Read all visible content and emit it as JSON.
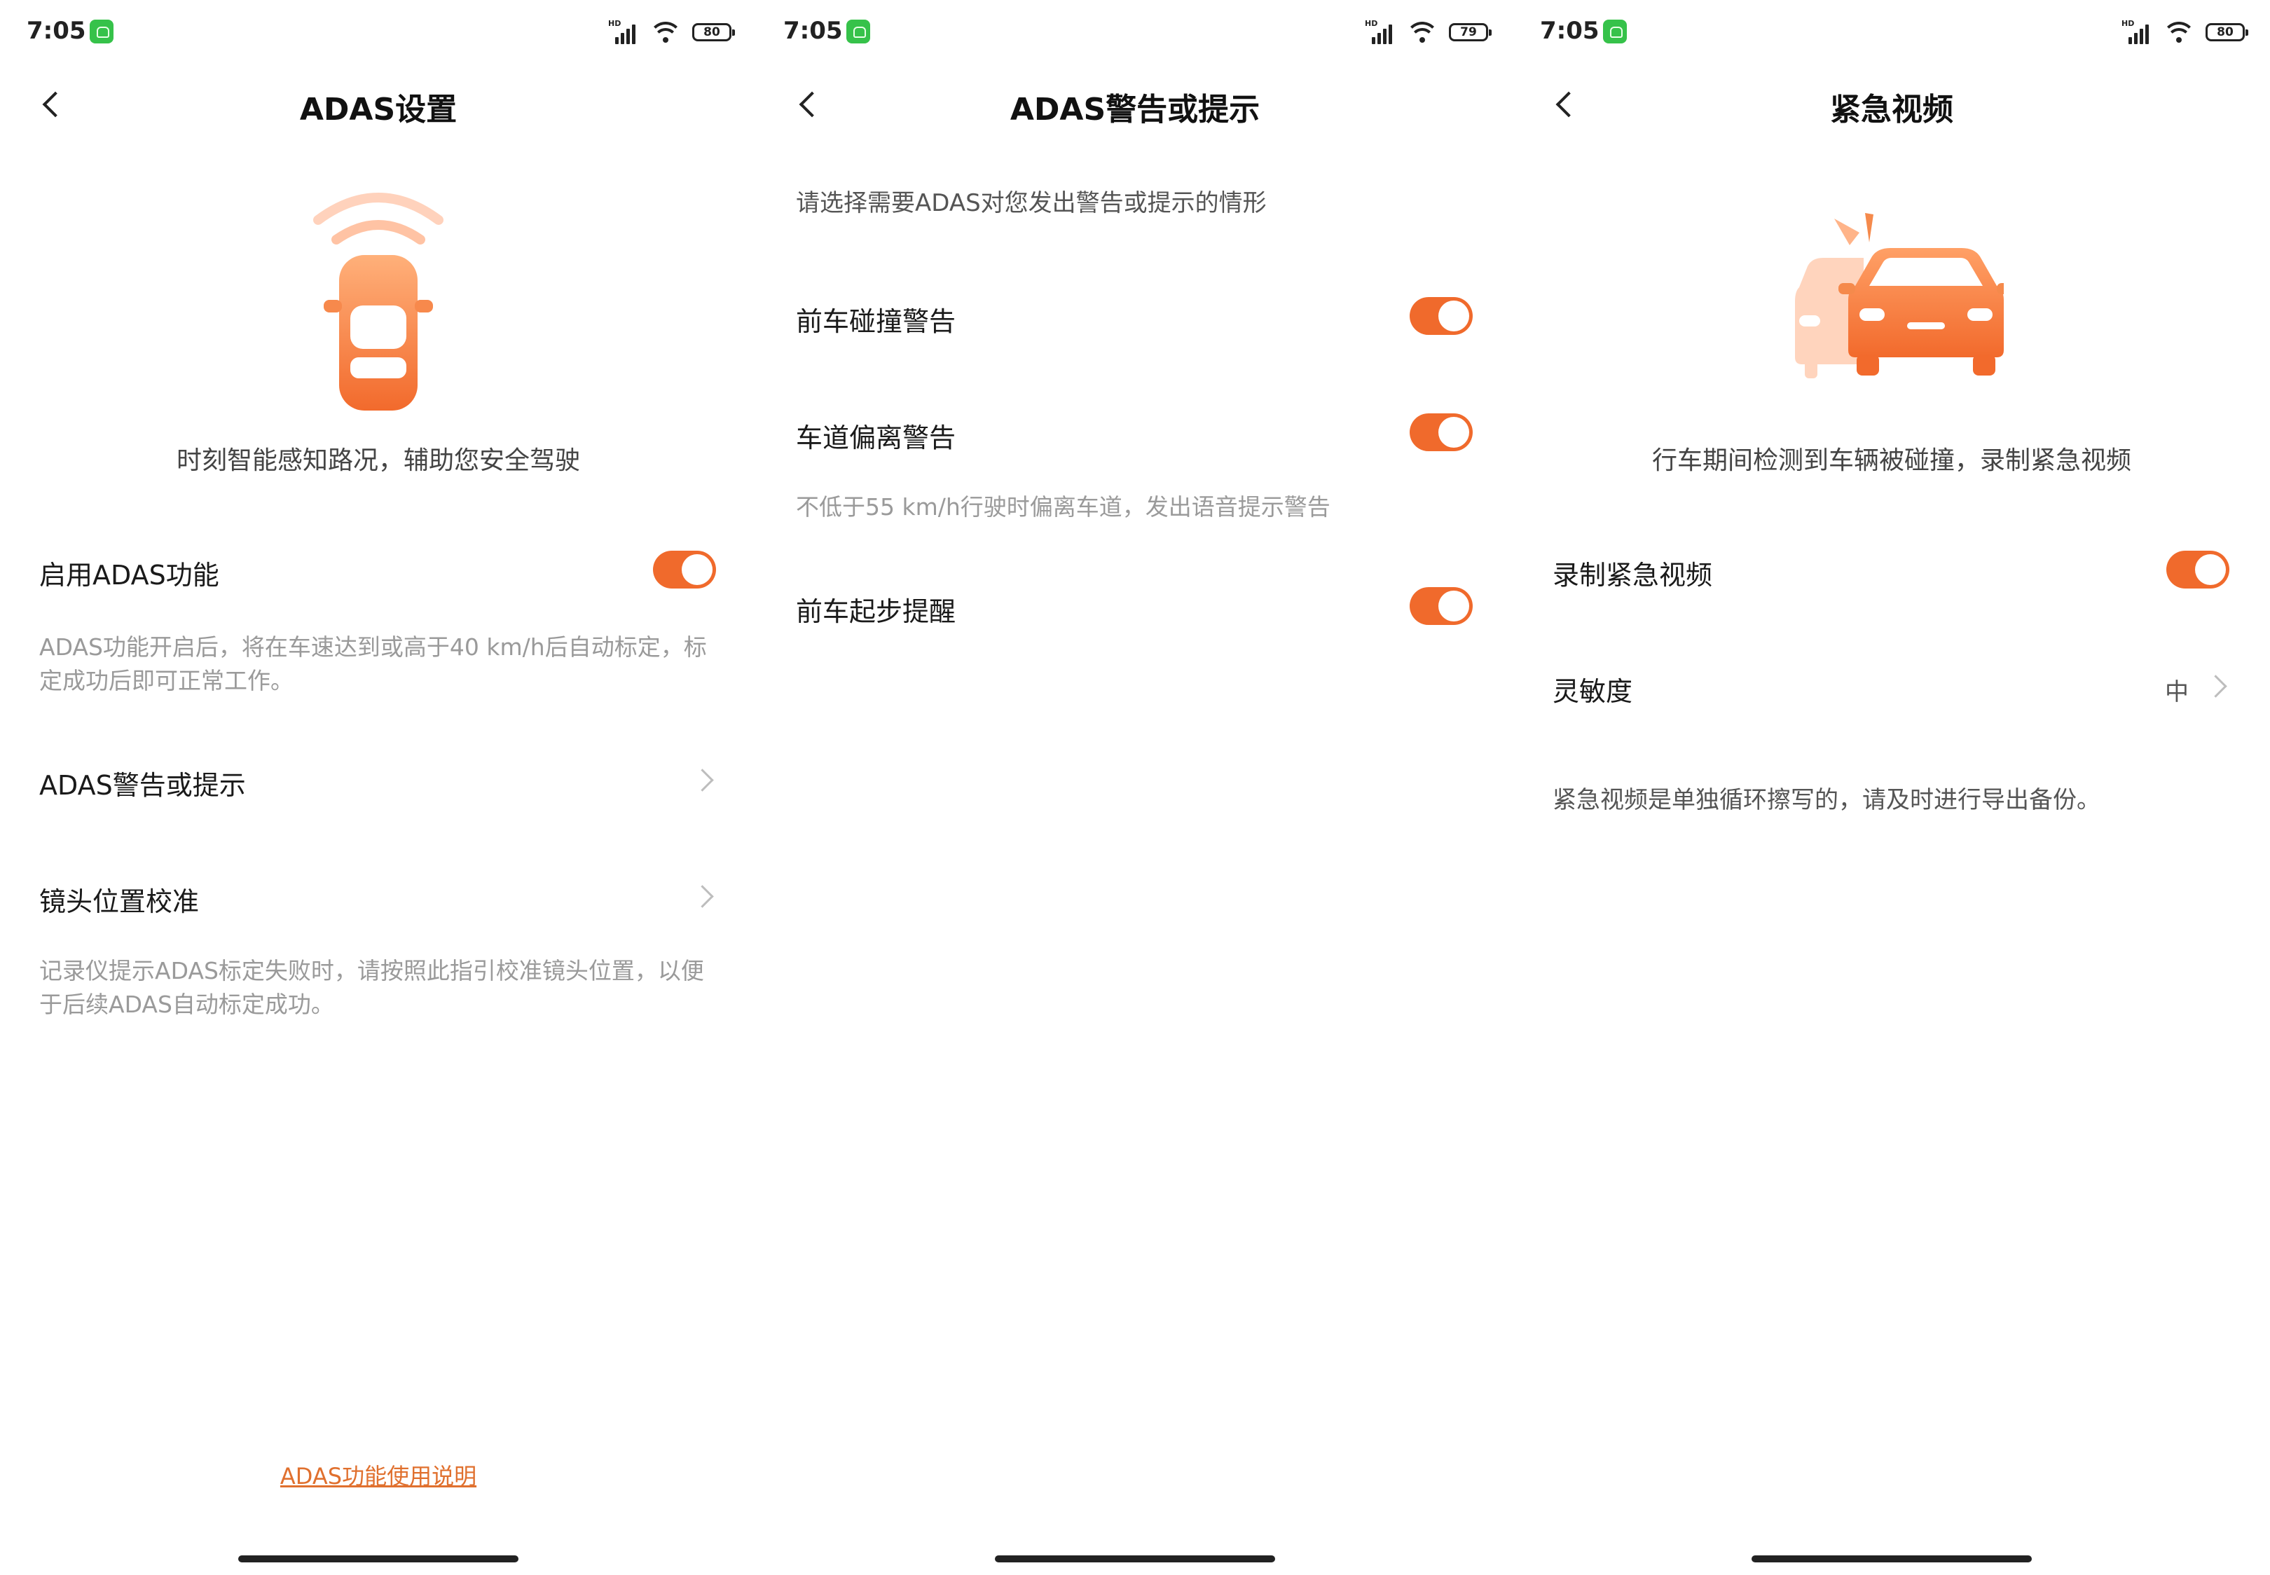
{
  "colors": {
    "accent": "#f06a2c",
    "link": "#e0702e",
    "text": "#1a1a1a",
    "muted": "#9a9a9a"
  },
  "screens": [
    {
      "status": {
        "time": "7:05",
        "battery": "80",
        "hd": "HD"
      },
      "title": "ADAS设置",
      "slogan": "时刻智能感知路况，辅助您安全驾驶",
      "enable": {
        "label": "启用ADAS功能",
        "on": true
      },
      "enable_desc": "ADAS功能开启后，将在车速达到或高于40 km/h后自动标定，标定成功后即可正常工作。",
      "warning_item": "ADAS警告或提示",
      "calibration_item": "镜头位置校准",
      "calibration_desc": "记录仪提示ADAS标定失败时，请按照此指引校准镜头位置，以便于后续ADAS自动标定成功。",
      "link": "ADAS功能使用说明"
    },
    {
      "status": {
        "time": "7:05",
        "battery": "79",
        "hd": "HD"
      },
      "title": "ADAS警告或提示",
      "intro": "请选择需要ADAS对您发出警告或提示的情形",
      "items": [
        {
          "label": "前车碰撞警告",
          "on": true
        },
        {
          "label": "车道偏离警告",
          "on": true,
          "desc": "不低于55 km/h行驶时偏离车道，发出语音提示警告"
        },
        {
          "label": "前车起步提醒",
          "on": true
        }
      ]
    },
    {
      "status": {
        "time": "7:05",
        "battery": "80",
        "hd": "HD"
      },
      "title": "紧急视频",
      "slogan": "行车期间检测到车辆被碰撞，录制紧急视频",
      "record": {
        "label": "录制紧急视频",
        "on": true
      },
      "sensitivity": {
        "label": "灵敏度",
        "value": "中"
      },
      "note": "紧急视频是单独循环擦写的，请及时进行导出备份。"
    }
  ]
}
